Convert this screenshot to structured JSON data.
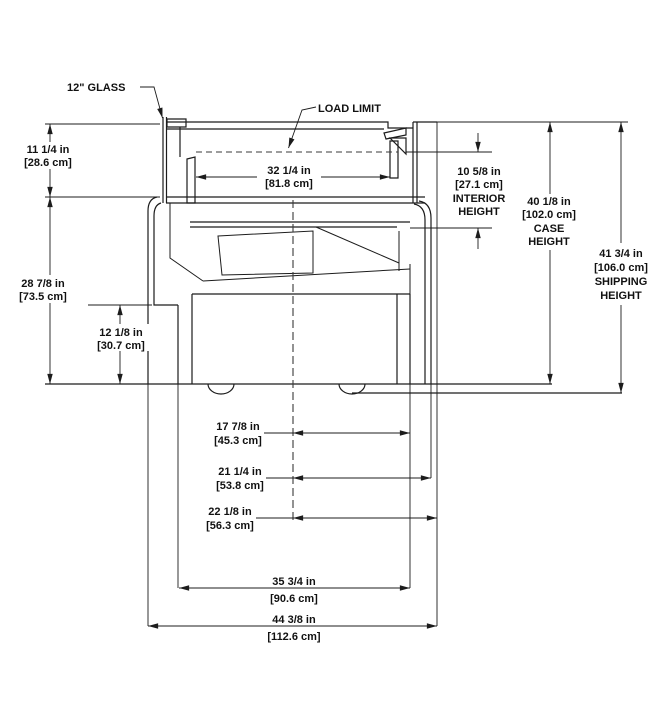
{
  "drawing": {
    "type": "technical-dimension-drawing",
    "view": "display case side cross-section",
    "line_color": "#1c1c1c",
    "background": "#ffffff",
    "callouts": {
      "glass": "12\" GLASS",
      "load_limit": "LOAD LIMIT"
    },
    "dimensions": {
      "glass_front_height": {
        "inches": "11 1/4 in",
        "metric": "[28.6 cm]"
      },
      "interior_width": {
        "inches": "32 1/4 in",
        "metric": "[81.8 cm]"
      },
      "interior_height": {
        "inches": "10 5/8 in",
        "metric": "[27.1 cm]",
        "label_line1": "INTERIOR",
        "label_line2": "HEIGHT"
      },
      "case_height": {
        "inches": "40 1/8 in",
        "metric": "[102.0 cm]",
        "label_line1": "CASE",
        "label_line2": "HEIGHT"
      },
      "shipping_height": {
        "inches": "41 3/4 in",
        "metric": "[106.0 cm]",
        "label_line1": "SHIPPING",
        "label_line2": "HEIGHT"
      },
      "lower_front_height": {
        "inches": "28 7/8 in",
        "metric": "[73.5 cm]"
      },
      "base_height": {
        "inches": "12 1/8 in",
        "metric": "[30.7 cm]"
      },
      "center_to_rear_base": {
        "inches": "17 7/8 in",
        "metric": "[45.3 cm]"
      },
      "center_to_rear_body": {
        "inches": "21 1/4 in",
        "metric": "[53.8 cm]"
      },
      "center_to_rear_overall": {
        "inches": "22 1/8 in",
        "metric": "[56.3 cm]"
      },
      "base_depth": {
        "inches": "35 3/4 in",
        "metric": "[90.6 cm]"
      },
      "overall_depth": {
        "inches": "44 3/8 in",
        "metric": "[112.6 cm]"
      }
    }
  }
}
